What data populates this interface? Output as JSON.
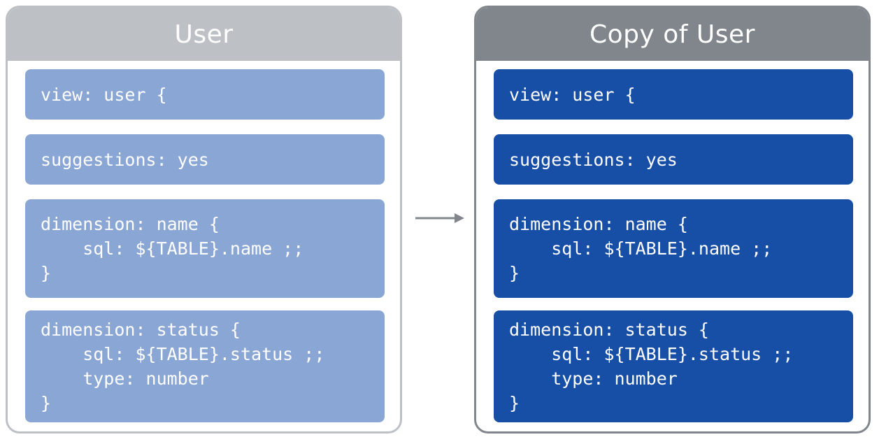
{
  "left_panel": {
    "title": "User",
    "blocks": [
      {
        "lines": [
          "view: user {"
        ]
      },
      {
        "lines": [
          "suggestions: yes"
        ]
      },
      {
        "lines": [
          "dimension: name {",
          "    sql: ${TABLE}.name ;;",
          "}"
        ]
      },
      {
        "lines": [
          "dimension: status {",
          "    sql: ${TABLE}.status ;;",
          "    type: number",
          "}"
        ]
      }
    ]
  },
  "right_panel": {
    "title": "Copy of User",
    "blocks": [
      {
        "lines": [
          "view: user {"
        ]
      },
      {
        "lines": [
          "suggestions: yes"
        ]
      },
      {
        "lines": [
          "dimension: name {",
          "    sql: ${TABLE}.name ;;",
          "}"
        ]
      },
      {
        "lines": [
          "dimension: status {",
          "    sql: ${TABLE}.status ;;",
          "    type: number",
          "}"
        ]
      }
    ]
  },
  "colors": {
    "left_header": "#bdc1c6",
    "right_header": "#80868b",
    "left_block": "#8aa6d4",
    "right_block": "#174ea6",
    "arrow": "#80868b"
  }
}
